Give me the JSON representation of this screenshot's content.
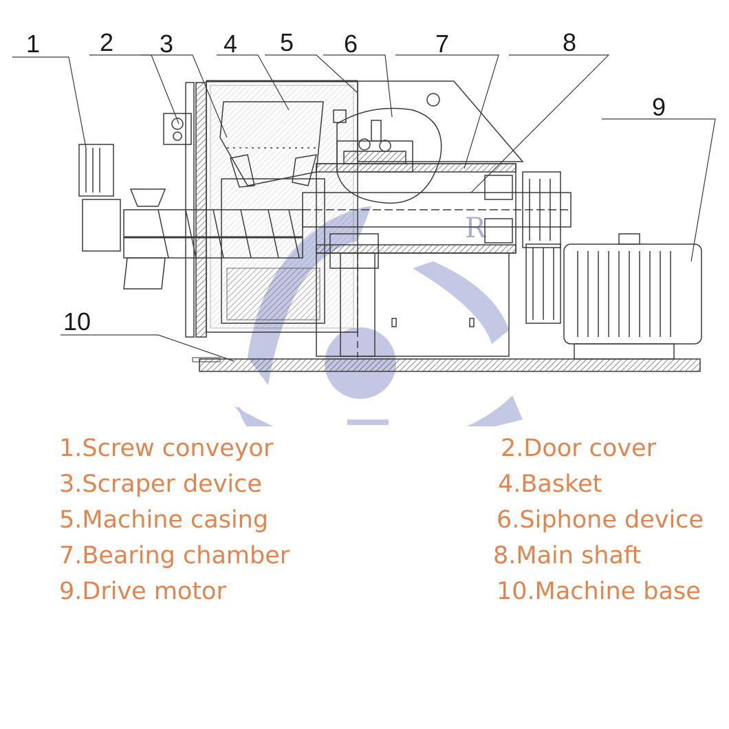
{
  "diagram": {
    "callouts": [
      "1",
      "2",
      "3",
      "4",
      "5",
      "6",
      "7",
      "8",
      "9",
      "10"
    ],
    "watermark_letter": "R",
    "colors": {
      "line": "#3a3a3a",
      "watermark": "#b9bedf",
      "legend_text": "#e0854f"
    }
  },
  "legend": {
    "items": [
      "1.Screw conveyor",
      "2.Door cover",
      "3.Scraper device",
      "4.Basket",
      "5.Machine casing",
      "6.Siphone device",
      "7.Bearing chamber",
      "8.Main shaft",
      "9.Drive motor",
      "10.Machine base"
    ]
  }
}
